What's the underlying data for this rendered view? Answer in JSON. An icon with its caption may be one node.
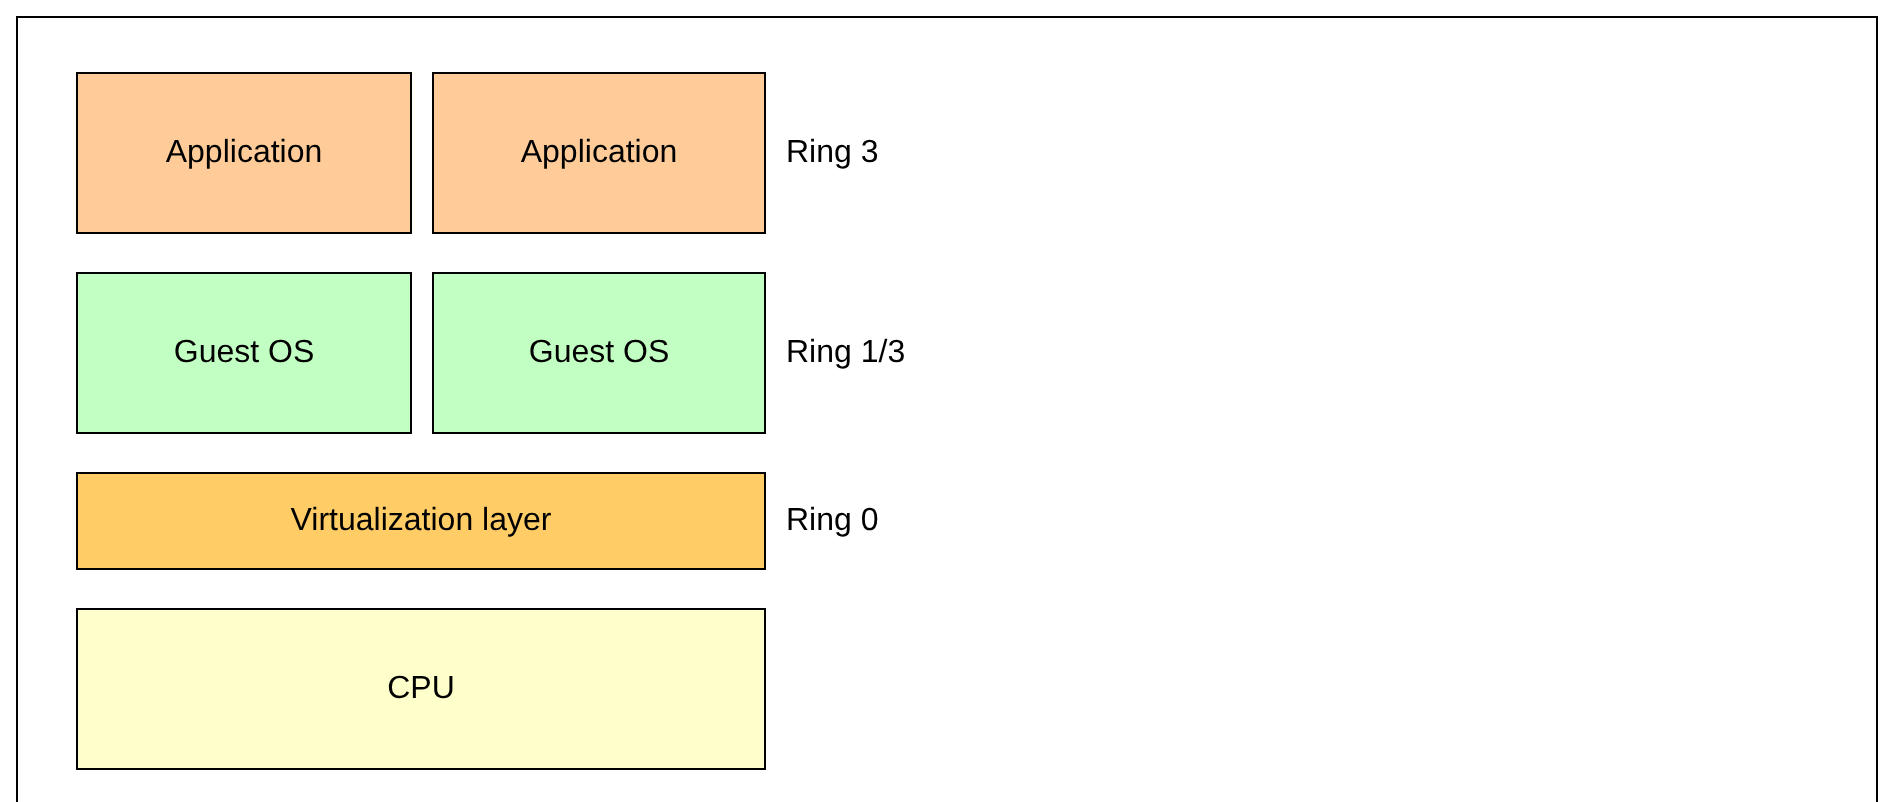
{
  "diagram": {
    "nodes": [
      {
        "text": [
          "Application"
        ]
      },
      {
        "text": [
          "Application"
        ]
      },
      {
        "text": [
          "Guest OS"
        ]
      },
      {
        "text": [
          "Guest OS"
        ]
      },
      {
        "text": [
          "Virtualization layer"
        ]
      },
      {
        "text": [
          "CPU"
        ]
      }
    ],
    "labels": [
      "Ring 3",
      "Ring 1/3",
      "Ring 0"
    ]
  }
}
